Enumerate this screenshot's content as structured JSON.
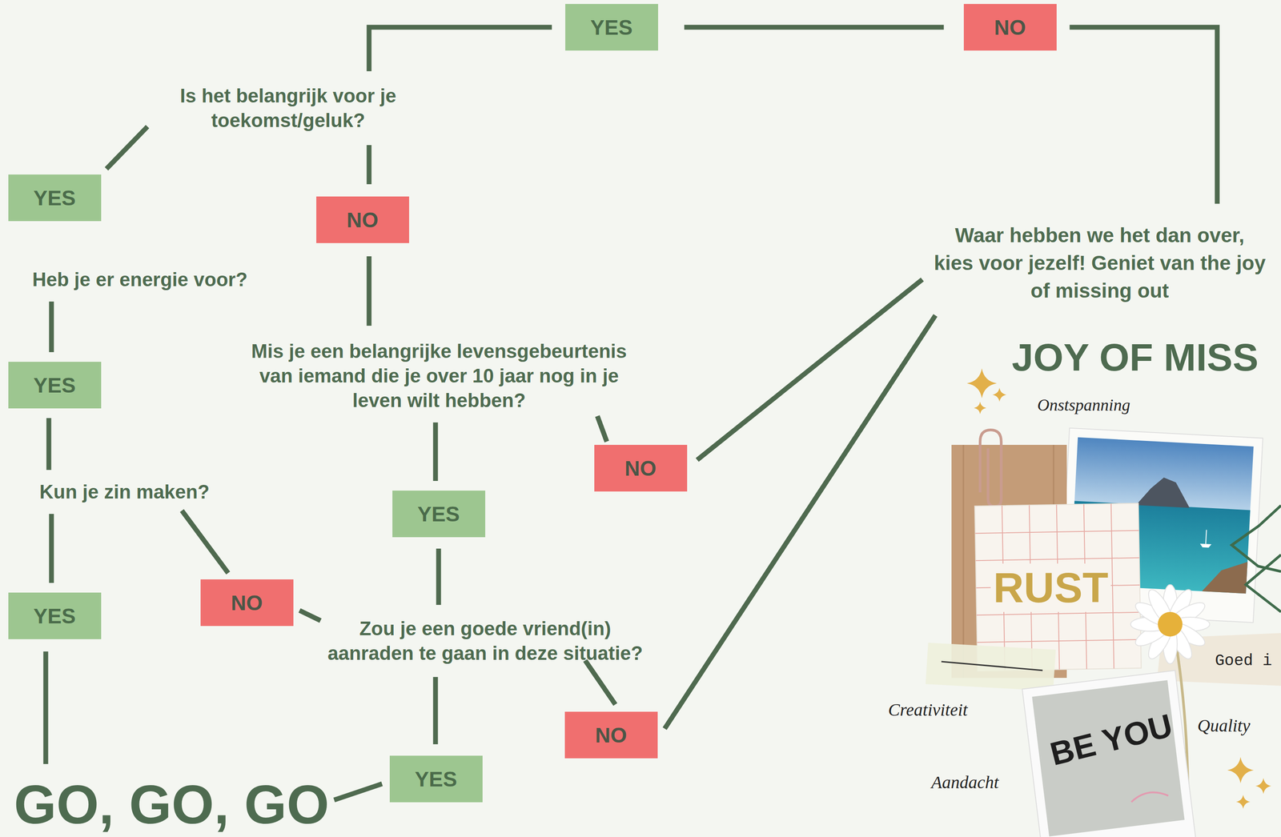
{
  "diagram": {
    "nodes": [
      {
        "text": [
          "YES"
        ]
      },
      {
        "text": [
          "NO"
        ]
      },
      {
        "text": [
          "Is het belangrijk voor je toekomst/geluk?"
        ]
      },
      {
        "text": [
          "YES"
        ]
      },
      {
        "text": [
          "NO"
        ]
      },
      {
        "text": [
          "Heb je er energie voor?"
        ]
      },
      {
        "text": [
          "Waar hebben we het dan over, kies voor jezelf! Geniet van the joy of missing out"
        ]
      },
      {
        "text": [
          "Mis je een belangrijke levensgebeurtenis van iemand die je over 10 jaar nog in je leven wilt hebben?"
        ]
      },
      {
        "text": [
          "YES"
        ]
      },
      {
        "text": [
          "NO"
        ]
      },
      {
        "text": [
          "YES"
        ]
      },
      {
        "text": [
          "Kun je zin maken?"
        ]
      },
      {
        "text": [
          "YES"
        ]
      },
      {
        "text": [
          "NO"
        ]
      },
      {
        "text": [
          "Zou je een goede vriend(in) aanraden te gaan in deze situatie?"
        ]
      },
      {
        "text": [
          "NO"
        ]
      },
      {
        "text": [
          "YES"
        ]
      },
      {
        "text": [
          "GO, GO, GO"
        ]
      }
    ],
    "edges": [
      {
        "from": 0,
        "to": 2,
        "arrow": "none"
      },
      {
        "from": 0,
        "to": 1,
        "arrow": "none"
      },
      {
        "from": 1,
        "to": 6,
        "arrow": "none"
      },
      {
        "from": 2,
        "to": 3,
        "arrow": "none"
      },
      {
        "from": 2,
        "to": 4,
        "arrow": "none"
      },
      {
        "from": 5,
        "to": 8,
        "arrow": "none"
      },
      {
        "from": 8,
        "to": 11,
        "arrow": "none"
      },
      {
        "from": 11,
        "to": 12,
        "arrow": "none"
      },
      {
        "from": 11,
        "to": 13,
        "arrow": "none"
      },
      {
        "from": 12,
        "to": 17,
        "arrow": "none"
      },
      {
        "from": 4,
        "to": 7,
        "arrow": "none"
      },
      {
        "from": 7,
        "to": 9,
        "arrow": "none"
      },
      {
        "from": 7,
        "to": 10,
        "arrow": "none"
      },
      {
        "from": 10,
        "to": 14,
        "arrow": "none"
      },
      {
        "from": 13,
        "to": 14,
        "arrow": "none"
      },
      {
        "from": 14,
        "to": 15,
        "arrow": "none"
      },
      {
        "from": 14,
        "to": 16,
        "arrow": "none"
      },
      {
        "from": 16,
        "to": 17,
        "arrow": "none"
      },
      {
        "from": 9,
        "to": 6,
        "arrow": "none"
      },
      {
        "from": 15,
        "to": 6,
        "arrow": "none"
      }
    ],
    "labels": [
      "JOY OF MISS",
      "Onstspanning",
      "RUST",
      "Creativiteit",
      "BE YOU",
      "Aandacht",
      "Goed i",
      "Quality"
    ]
  }
}
